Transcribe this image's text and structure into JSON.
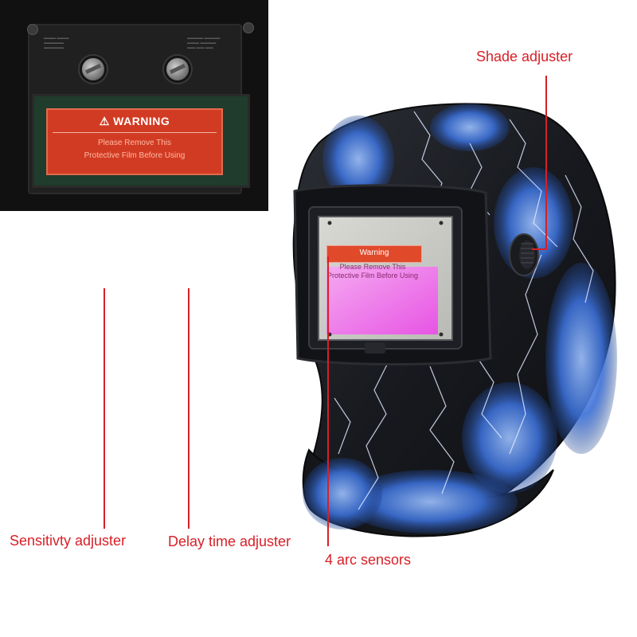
{
  "labels": {
    "shade_adjuster": "Shade adjuster",
    "sensitivity_adjuster": "Sensitivty adjuster",
    "delay_time_adjuster": "Delay time adjuster",
    "arc_sensors": "4 arc sensors"
  },
  "inset_label": {
    "warning_title": "WARNING",
    "warning_line1": "Please Remove This",
    "warning_line2": "Protective Film Before Using"
  },
  "helmet_label": {
    "warning_title": "Warning",
    "warning_line1": "Please Remove This",
    "warning_line2": "Protective Film Before Using"
  },
  "colors": {
    "callout": "#d81f26",
    "helmet_body": "#1a1c22",
    "flame": "#3b6fd6",
    "warning_label": "#d23b23",
    "lens_tint": "#f07ef0"
  }
}
